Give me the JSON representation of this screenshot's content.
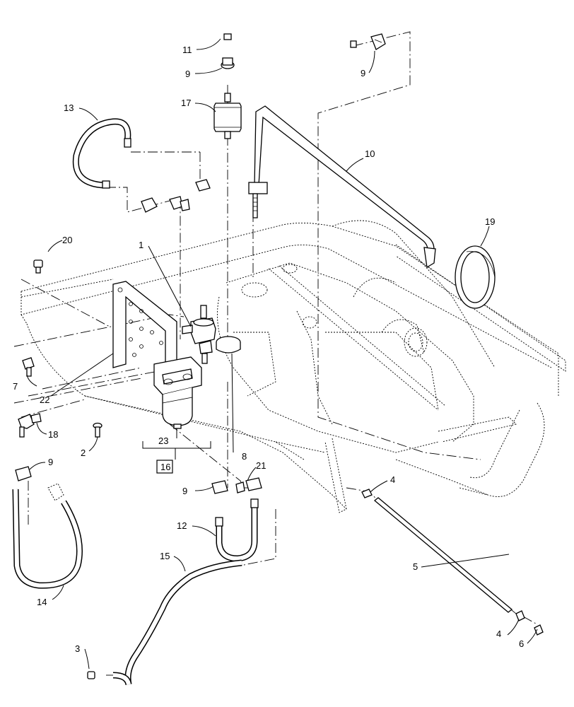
{
  "diagram": {
    "callouts": [
      "1",
      "2",
      "3",
      "4",
      "4",
      "5",
      "6",
      "7",
      "8",
      "9",
      "9",
      "9",
      "9",
      "10",
      "11",
      "12",
      "13",
      "14",
      "15",
      "16",
      "17",
      "18",
      "19",
      "20",
      "21",
      "22",
      "23"
    ]
  }
}
